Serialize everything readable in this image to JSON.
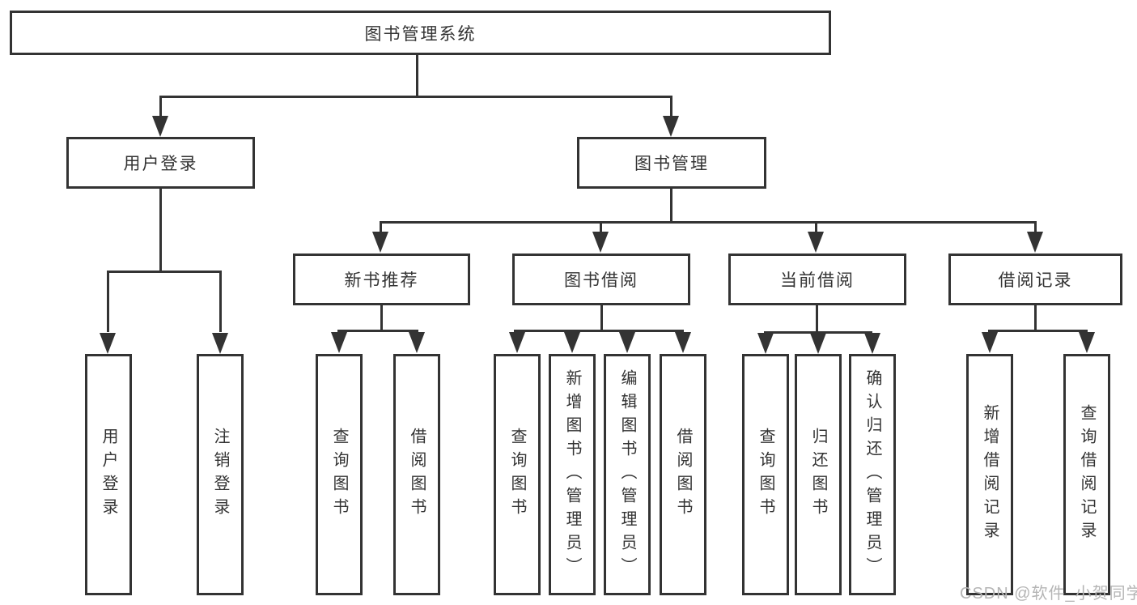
{
  "root": {
    "label": "图书管理系统"
  },
  "level2": {
    "user_login": "用户登录",
    "book_management": "图书管理"
  },
  "level3": {
    "new_book": "新书推荐",
    "book_borrow": "图书借阅",
    "current_borrow": "当前借阅",
    "borrow_record": "借阅记录"
  },
  "leaves": {
    "login": [
      "用户登录",
      "注销登录"
    ],
    "new_book": [
      "查询图书",
      "借阅图书"
    ],
    "book_borrow": [
      "查询图书",
      "新增图书（管理员）",
      "编辑图书（管理员）",
      "借阅图书"
    ],
    "current_borrow": [
      "查询图书",
      "归还图书",
      "确认归还（管理员）"
    ],
    "borrow_record": [
      "新增借阅记录",
      "查询借阅记录"
    ]
  },
  "watermark": "CSDN @软件_小贺同学",
  "colors": {
    "line": "#333333",
    "text": "#333333",
    "watermark": "#b5b5b5",
    "background": "#ffffff"
  }
}
